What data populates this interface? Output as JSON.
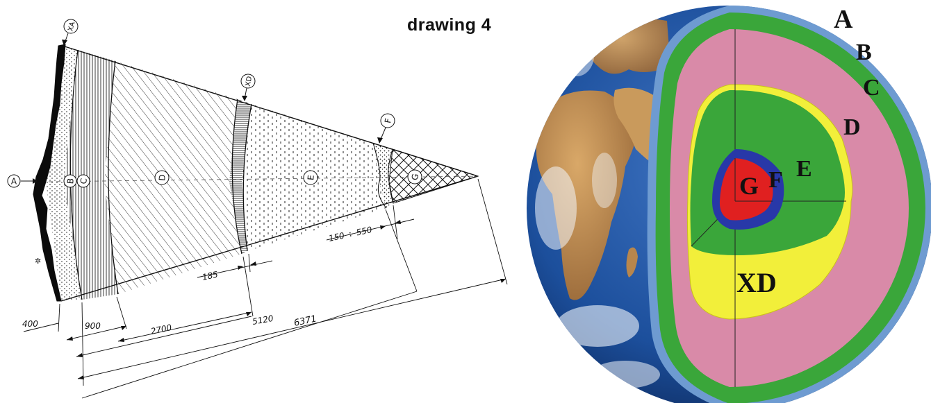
{
  "title": "drawing 4",
  "sector_diagram": {
    "layer_labels": [
      "A",
      "B",
      "C",
      "D",
      "XD",
      "E",
      "F",
      "G",
      "XA"
    ],
    "dimensions": {
      "d400": "400",
      "d900": "900",
      "d2700": "2700",
      "d5120": "5120",
      "d6371": "6371",
      "d185": "185",
      "d150": "150 ÷ 550"
    }
  },
  "globe_diagram": {
    "labels": [
      "A",
      "B",
      "C",
      "D",
      "E",
      "F",
      "G",
      "XD"
    ]
  },
  "colors": {
    "outer_blue": "#6e9bd1",
    "mantle_green": "#3aa63a",
    "mantle_pink": "#d98aa8",
    "core_yellow": "#f2ef3a",
    "inner_blue": "#2838a8",
    "inner_red": "#e02020",
    "ocean": "#1c4f9c",
    "land": "#c08a4e"
  }
}
